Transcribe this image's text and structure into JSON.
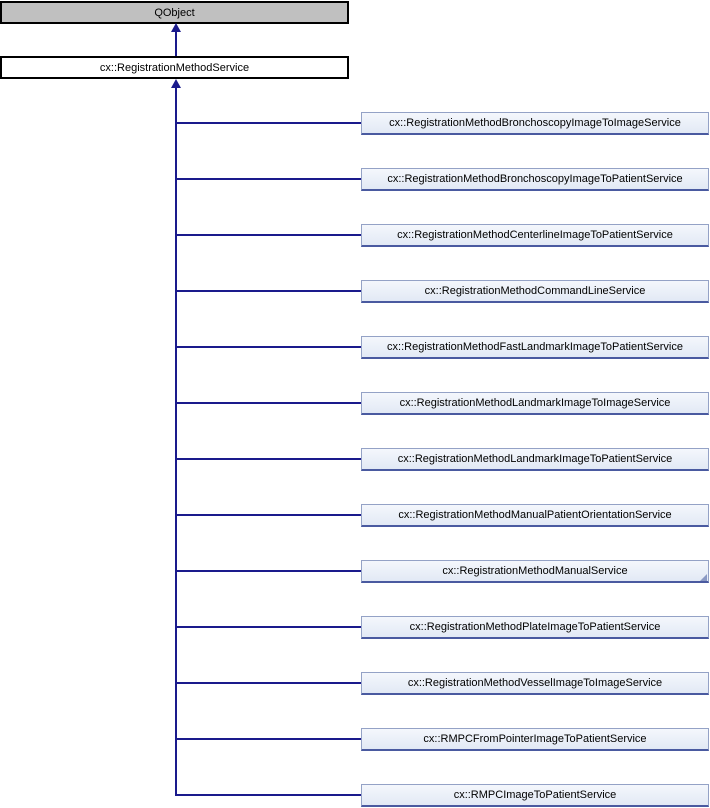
{
  "diagram": {
    "title": "inheritance-graph",
    "root": {
      "label": "QObject"
    },
    "parent": {
      "label": "cx::RegistrationMethodService"
    },
    "subclasses": [
      {
        "label": "cx::RegistrationMethodBronchoscopyImageToImageService"
      },
      {
        "label": "cx::RegistrationMethodBronchoscopyImageToPatientService"
      },
      {
        "label": "cx::RegistrationMethodCenterlineImageToPatientService"
      },
      {
        "label": "cx::RegistrationMethodCommandLineService"
      },
      {
        "label": "cx::RegistrationMethodFastLandmarkImageToPatientService"
      },
      {
        "label": "cx::RegistrationMethodLandmarkImageToImageService"
      },
      {
        "label": "cx::RegistrationMethodLandmarkImageToPatientService"
      },
      {
        "label": "cx::RegistrationMethodManualPatientOrientationService"
      },
      {
        "label": "cx::RegistrationMethodManualService",
        "truncated": true
      },
      {
        "label": "cx::RegistrationMethodPlateImageToPatientService"
      },
      {
        "label": "cx::RegistrationMethodVesselImageToImageService"
      },
      {
        "label": "cx::RMPCFromPointerImageToPatientService"
      },
      {
        "label": "cx::RMPCImageToPatientService"
      }
    ],
    "colors": {
      "root_fill": "#C0C0C0",
      "top_node_border": "#000000",
      "subclass_fill": "#E8EDF5",
      "subclass_border": "#94A2C6",
      "edge": "#1A1A8C"
    }
  }
}
